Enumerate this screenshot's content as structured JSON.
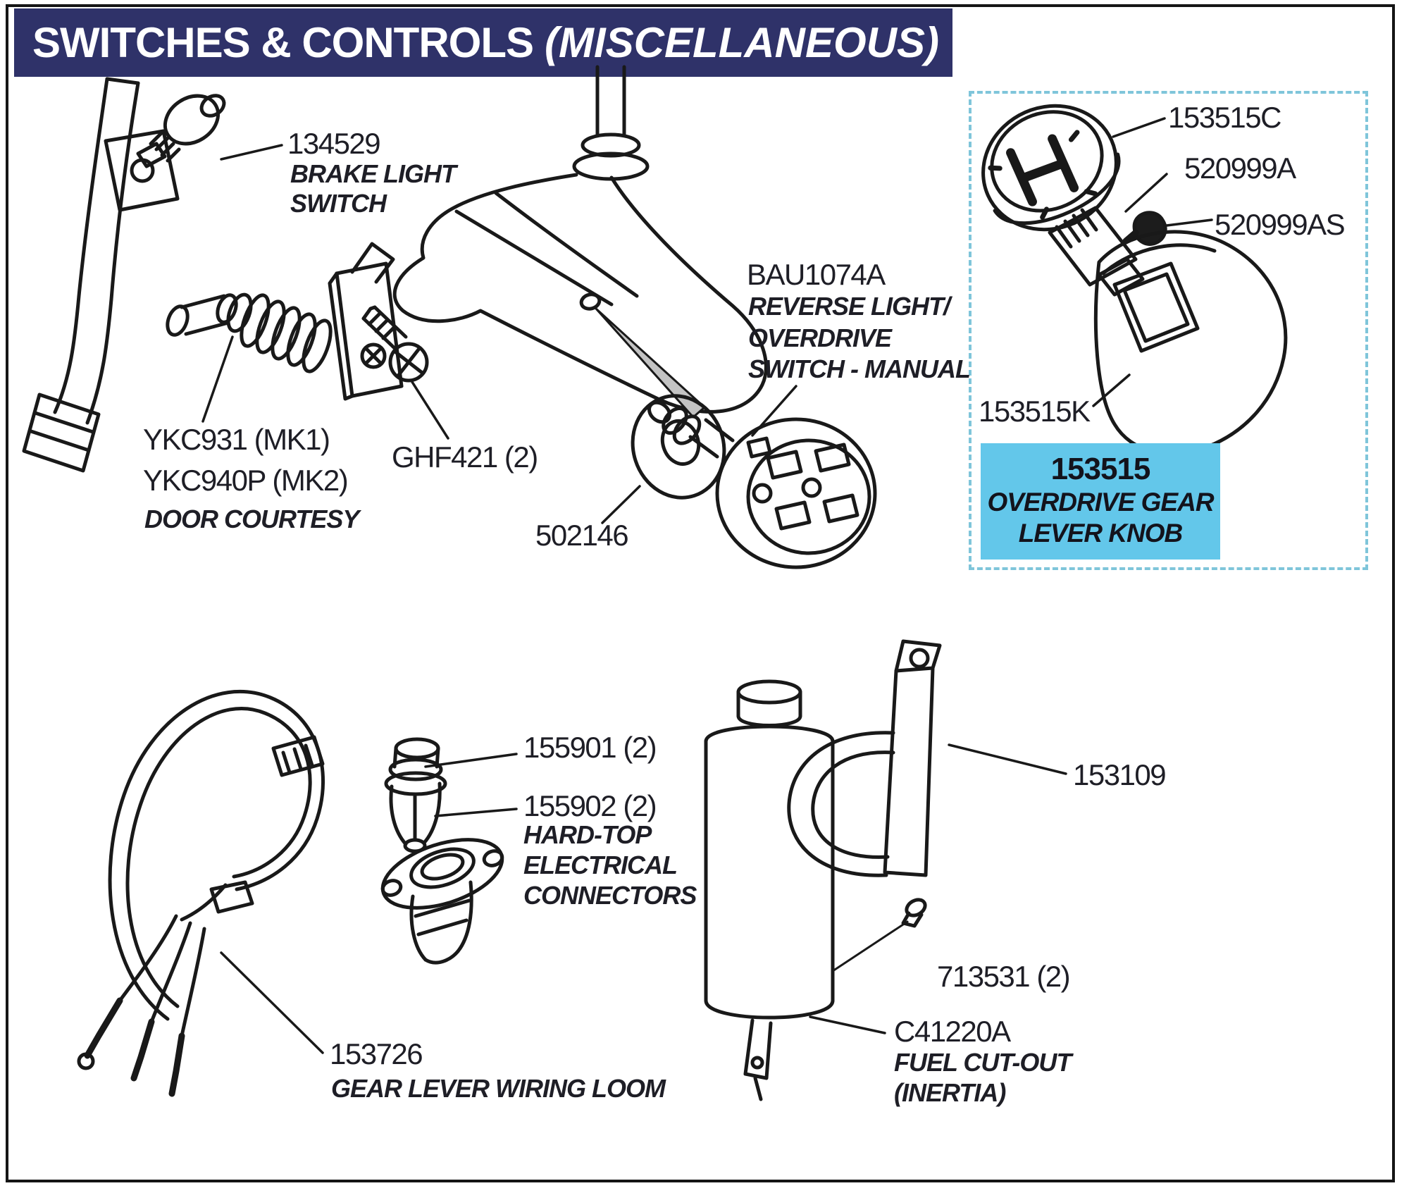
{
  "header": {
    "title": "SWITCHES & CONTROLS",
    "qualifier": "(MISCELLANEOUS)"
  },
  "colors": {
    "banner_bg": "#2f3269",
    "banner_text": "#ffffff",
    "highlight_bg": "#63c7ea",
    "dashed_border": "#7fc5da",
    "ink": "#1e1e26",
    "line_art": "#191919"
  },
  "labels": {
    "brake_switch": {
      "number": "134529",
      "desc1": "BRAKE LIGHT",
      "desc2": "SWITCH"
    },
    "door_courtesy": {
      "number_mk1": "YKC931 (MK1)",
      "number_mk2": "YKC940P (MK2)",
      "desc": "DOOR COURTESY"
    },
    "screw": {
      "number": "GHF421 (2)"
    },
    "grommet": {
      "number": "502146"
    },
    "reverse_switch": {
      "number": "BAU1074A",
      "desc1": "REVERSE LIGHT/",
      "desc2": "OVERDRIVE",
      "desc3": "SWITCH - MANUAL"
    },
    "knob_cap": {
      "number": "153515C"
    },
    "knob_switch": {
      "number": "520999A"
    },
    "knob_screw": {
      "number": "520999AS"
    },
    "knob_body": {
      "number": "153515K"
    },
    "knob_assembly": {
      "number": "153515",
      "desc1": "OVERDRIVE GEAR",
      "desc2": "LEVER KNOB"
    },
    "wiring_loom": {
      "number": "153726",
      "desc": "GEAR LEVER WIRING LOOM"
    },
    "connector_plug": {
      "number": "155901 (2)"
    },
    "connector_socket": {
      "number": "155902 (2)",
      "desc1": "HARD-TOP",
      "desc2": "ELECTRICAL",
      "desc3": "CONNECTORS"
    },
    "bracket": {
      "number": "153109"
    },
    "pin": {
      "number": "713531 (2)"
    },
    "fuel_cutout": {
      "number": "C41220A",
      "desc1": "FUEL CUT-OUT",
      "desc2": "(INERTIA)"
    }
  }
}
